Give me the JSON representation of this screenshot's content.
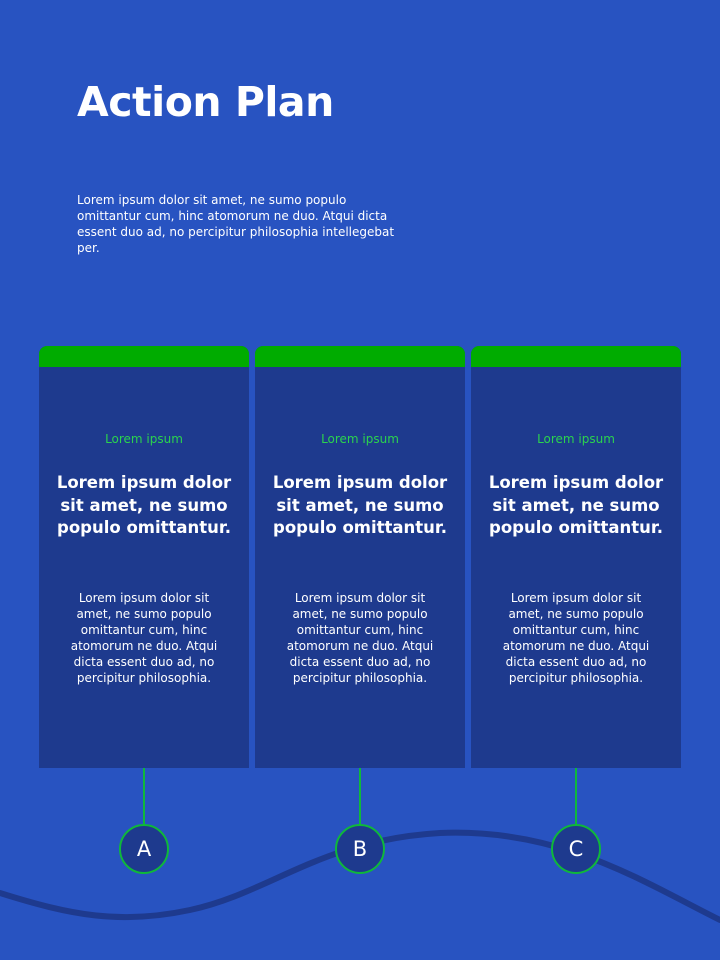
{
  "slide": {
    "title": "Action Plan",
    "intro": "Lorem ipsum dolor sit amet, ne sumo populo omittantur cum, hinc atomorum ne duo. Atqui dicta essent duo ad, no percipitur philosophia intellegebat per."
  },
  "colors": {
    "background": "#2853C1",
    "card": "#1E3A8E",
    "accent": "#00AC00",
    "accent_text": "#2BD34E",
    "wave": "#1E3A8E"
  },
  "cards": [
    {
      "kicker": "Lorem ipsum",
      "heading": "Lorem ipsum dolor sit amet, ne sumo populo omittantur.",
      "body": "Lorem ipsum dolor sit amet, ne sumo populo omittantur cum, hinc atomorum ne duo. Atqui dicta essent duo ad, no percipitur philosophia.",
      "marker": "A"
    },
    {
      "kicker": "Lorem ipsum",
      "heading": "Lorem ipsum dolor sit amet, ne sumo populo omittantur.",
      "body": "Lorem ipsum dolor sit amet, ne sumo populo omittantur cum, hinc atomorum ne duo. Atqui dicta essent duo ad, no percipitur philosophia.",
      "marker": "B"
    },
    {
      "kicker": "Lorem ipsum",
      "heading": "Lorem ipsum dolor sit amet, ne sumo populo omittantur.",
      "body": "Lorem ipsum dolor sit amet, ne sumo populo omittantur cum, hinc atomorum ne duo. Atqui dicta essent duo ad, no percipitur philosophia.",
      "marker": "C"
    }
  ]
}
